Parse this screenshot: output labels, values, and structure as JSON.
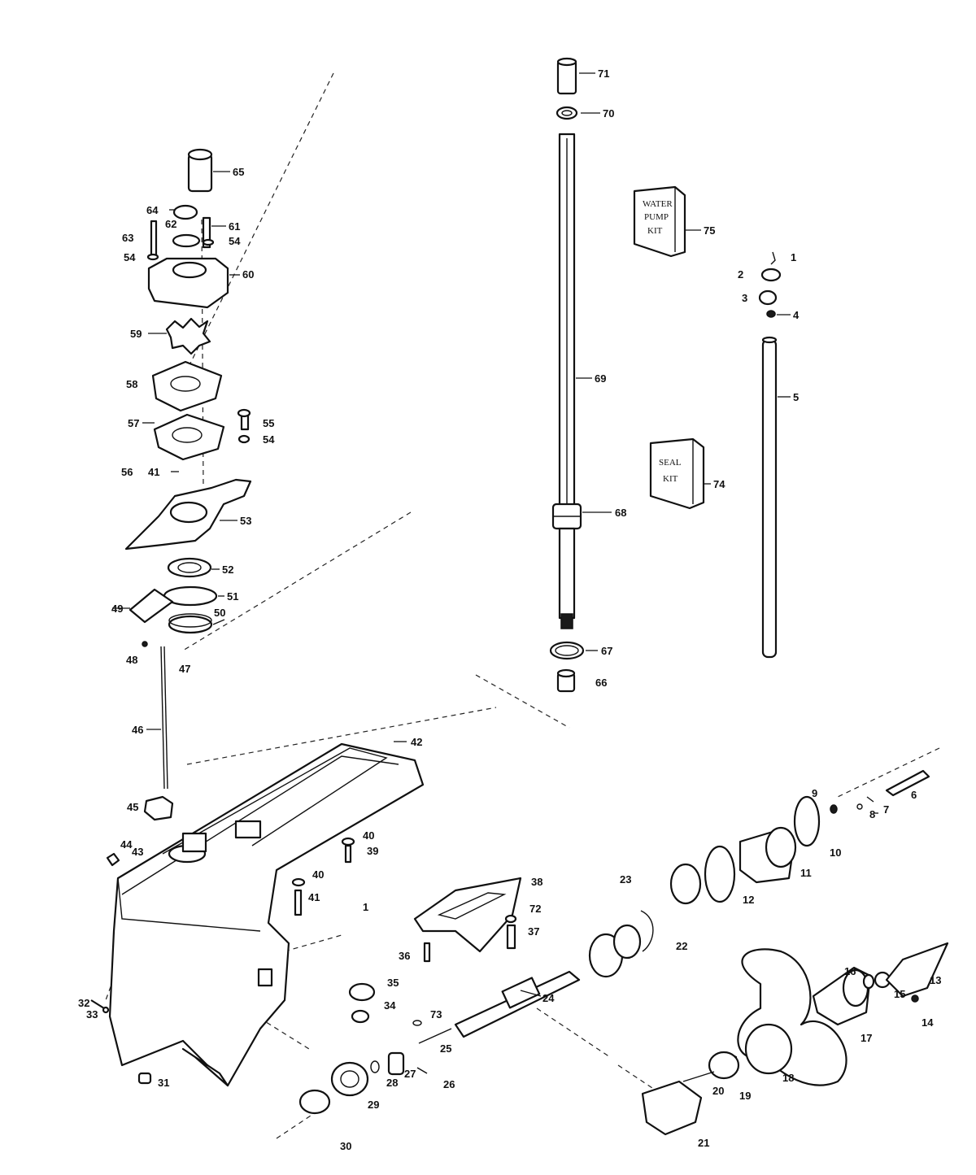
{
  "kits": {
    "water_pump": [
      "WATER",
      "PUMP",
      "KIT"
    ],
    "seal": [
      "SEAL",
      "KIT"
    ]
  },
  "callouts": {
    "p1": "1",
    "p2": "2",
    "p3": "3",
    "p4": "4",
    "p5": "5",
    "p6": "6",
    "p7": "7",
    "p8": "8",
    "p9": "9",
    "p10": "10",
    "p11": "11",
    "p12": "12",
    "p13": "13",
    "p14": "14",
    "p15": "15",
    "p16": "16",
    "p17": "17",
    "p18": "18",
    "p19": "19",
    "p20": "20",
    "p21": "21",
    "p22": "22",
    "p23": "23",
    "p24": "24",
    "p25": "25",
    "p26": "26",
    "p27": "27",
    "p28": "28",
    "p29": "29",
    "p30": "30",
    "p31": "31",
    "p32": "32",
    "p33": "33",
    "p34": "34",
    "p35": "35",
    "p36": "36",
    "p37": "37",
    "p38": "38",
    "p39": "39",
    "p40": "40",
    "p41": "41",
    "p42": "42",
    "p43": "43",
    "p44": "44",
    "p45": "45",
    "p46": "46",
    "p47": "47",
    "p48": "48",
    "p49": "49",
    "p50": "50",
    "p51": "51",
    "p52": "52",
    "p53": "53",
    "p54": "54",
    "p55": "55",
    "p56": "56",
    "p57": "57",
    "p58": "58",
    "p59": "59",
    "p60": "60",
    "p61": "61",
    "p62": "62",
    "p63": "63",
    "p64": "64",
    "p65": "65",
    "p66": "66",
    "p67": "67",
    "p68": "68",
    "p69": "69",
    "p70": "70",
    "p71": "71",
    "p72": "72",
    "p73": "73",
    "p74": "74",
    "p75": "75",
    "housing_mark": "1",
    "screw_mark": "41"
  }
}
